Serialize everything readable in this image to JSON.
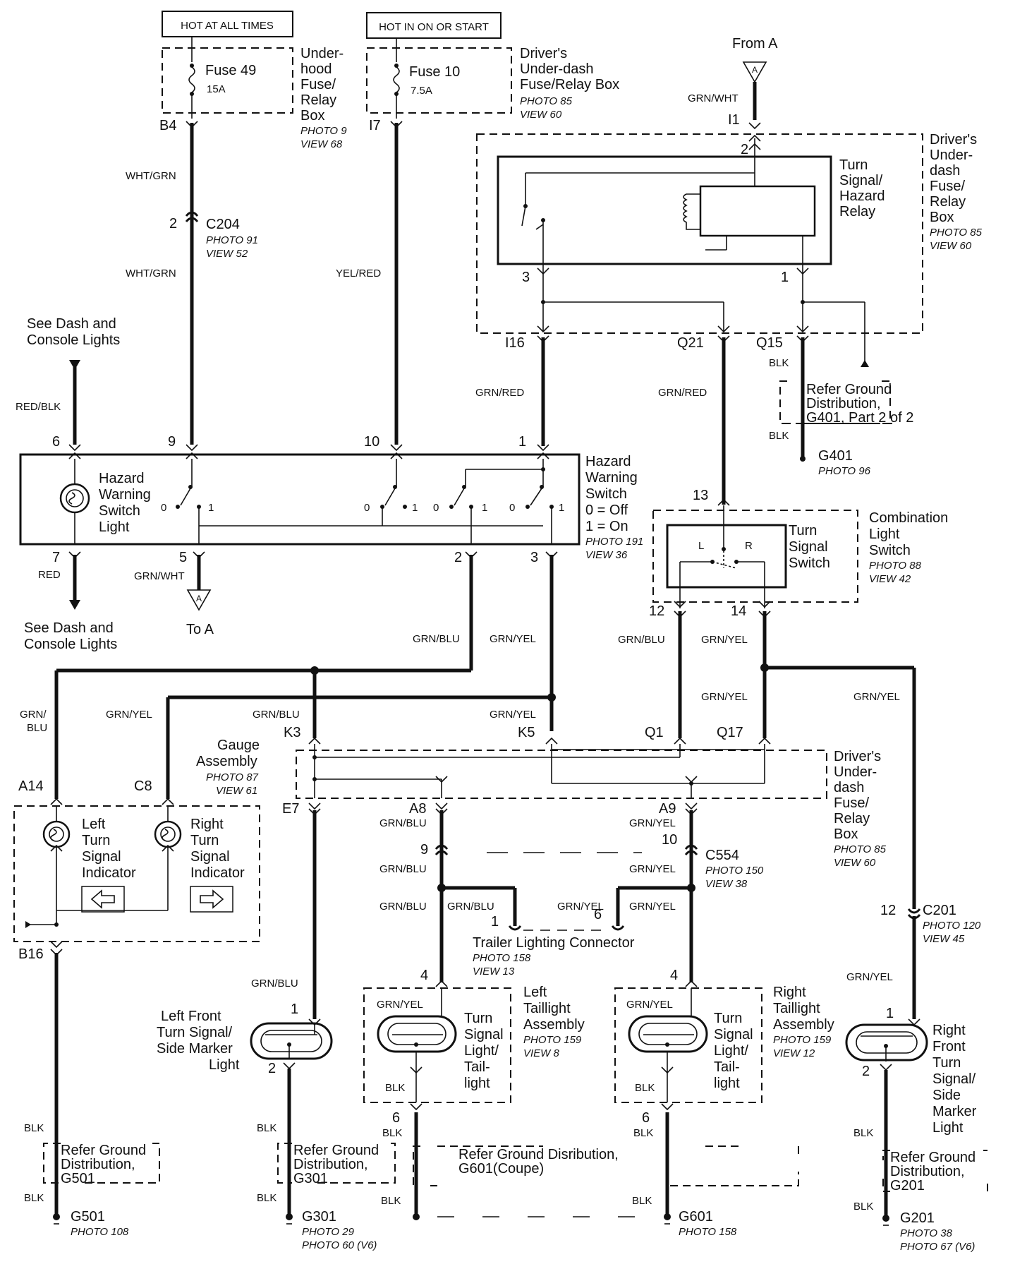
{
  "top": {
    "hot_at_all_times": "HOT AT ALL TIMES",
    "hot_in_on": "HOT IN ON OR START",
    "from_a": "From A",
    "to_a": "To A",
    "a": "A"
  },
  "fuse49": {
    "name": "Fuse  49",
    "amp": "15A",
    "pin": "B4",
    "box": [
      "Under-",
      "hood",
      "Fuse/",
      "Relay",
      "Box"
    ],
    "photo": "PHOTO 9",
    "view": "VIEW 68"
  },
  "fuse10": {
    "name": "Fuse 10",
    "amp": "7.5A",
    "pin": "I7",
    "box": [
      "Driver's",
      "Under-dash",
      "Fuse/Relay Box"
    ],
    "photo": "PHOTO 85",
    "view": "VIEW 60"
  },
  "relay": {
    "title": [
      "Turn",
      "Signal/",
      "Hazard",
      "Relay"
    ],
    "box": [
      "Driver's",
      "Under-",
      "dash",
      "Fuse/",
      "Relay",
      "Box"
    ],
    "photo": "PHOTO 85",
    "view": "VIEW 60",
    "pins": {
      "p1": "I1",
      "p2": "2",
      "p3": "3",
      "p4": "1",
      "i16": "I16",
      "q21": "Q21",
      "q15": "Q15"
    }
  },
  "c204": {
    "name": "C204",
    "pin": "2",
    "photo": "PHOTO 91",
    "view": "VIEW 52"
  },
  "ground_g401": {
    "refer": [
      "Refer Ground",
      "Distribution,",
      "G401, Part 2 of 2"
    ],
    "name": "G401",
    "photo": "PHOTO 96"
  },
  "hazard_switch": {
    "light": [
      "Hazard",
      "Warning",
      "Switch",
      "Light"
    ],
    "title": [
      "Hazard",
      "Warning",
      "Switch"
    ],
    "states": [
      "0 = Off",
      "1 = On"
    ],
    "photo": "PHOTO 191",
    "view": "VIEW 36",
    "pins": {
      "p6": "6",
      "p9": "9",
      "p10": "10",
      "p1": "1",
      "p7": "7",
      "p5": "5",
      "p2": "2",
      "p3": "3"
    },
    "zero": "0",
    "one": "1"
  },
  "dash_lights": {
    "top": [
      "See Dash and",
      "Console Lights"
    ],
    "bottom": [
      "See Dash and",
      "Console Lights"
    ]
  },
  "combo": {
    "title": [
      "Combination",
      "Light",
      "Switch"
    ],
    "inner": [
      "Turn",
      "Signal",
      "Switch"
    ],
    "photo": "PHOTO 88",
    "view": "VIEW 42",
    "l": "L",
    "r": "R",
    "pins": {
      "p13": "13",
      "p12": "12",
      "p14": "14"
    }
  },
  "gauge": {
    "title": [
      "Gauge",
      "Assembly"
    ],
    "photo": "PHOTO 87",
    "view": "VIEW 61",
    "left": [
      "Left",
      "Turn",
      "Signal",
      "Indicator"
    ],
    "right": [
      "Right",
      "Turn",
      "Signal",
      "Indicator"
    ],
    "pins": {
      "a14": "A14",
      "c8": "C8",
      "b16": "B16",
      "e7": "E7"
    }
  },
  "udash2": {
    "title": [
      "Driver's",
      "Under-",
      "dash",
      "Fuse/",
      "Relay",
      "Box"
    ],
    "photo": "PHOTO 85",
    "view": "VIEW 60",
    "pins": {
      "k3": "K3",
      "k5": "K5",
      "q1": "Q1",
      "q17": "Q17",
      "a8": "A8",
      "a9": "A9"
    }
  },
  "c554": {
    "name": "C554",
    "photo": "PHOTO 150",
    "view": "VIEW 38",
    "p9": "9",
    "p10": "10"
  },
  "c201": {
    "name": "C201",
    "photo": "PHOTO 120",
    "view": "VIEW 45",
    "pin": "12"
  },
  "trailer": {
    "name": "Trailer Lighting Connector",
    "photo": "PHOTO 158",
    "view": "VIEW 13",
    "p1": "1",
    "p6": "6"
  },
  "left_tail": {
    "title": [
      "Left",
      "Taillight",
      "Assembly"
    ],
    "photo": "PHOTO 159",
    "view": "VIEW 8",
    "inner": [
      "Turn",
      "Signal",
      "Light/",
      "Tail-",
      "light"
    ],
    "p4": "4",
    "p6": "6"
  },
  "right_tail": {
    "title": [
      "Right",
      "Taillight",
      "Assembly"
    ],
    "photo": "PHOTO 159",
    "view": "VIEW 12",
    "inner": [
      "Turn",
      "Signal",
      "Light/",
      "Tail-",
      "light"
    ],
    "p4": "4",
    "p6": "6"
  },
  "left_front": {
    "title": [
      "Left Front",
      "Turn Signal/",
      "Side Marker",
      "Light"
    ],
    "p1": "1",
    "p2": "2"
  },
  "right_front": {
    "title": [
      "Right",
      "Front",
      "Turn",
      "Signal/",
      "Side",
      "Marker",
      "Light"
    ],
    "p1": "1",
    "p2": "2"
  },
  "grounds": {
    "g501": {
      "refer": [
        "Refer Ground",
        "Distribution,",
        "G501"
      ],
      "name": "G501",
      "photo": "PHOTO 108"
    },
    "g301": {
      "refer": [
        "Refer Ground",
        "Distribution,",
        "G301"
      ],
      "name": "G301",
      "photo": "PHOTO 29",
      "photo2": "PHOTO 60 (V6)"
    },
    "g601": {
      "refer": [
        "Refer Ground Disribution,",
        "G601(Coupe)"
      ],
      "name": "G601",
      "photo": "PHOTO 158"
    },
    "g201": {
      "refer": [
        "Refer Ground",
        "Distribution,",
        "G201"
      ],
      "name": "G201",
      "photo": "PHOTO 38",
      "photo2": "PHOTO 67 (V6)"
    }
  },
  "wires": {
    "wht_grn": "WHT/GRN",
    "yel_red": "YEL/RED",
    "grn_wht": "GRN/WHT",
    "grn_red": "GRN/RED",
    "blk": "BLK",
    "red_blk": "RED/BLK",
    "red": "RED",
    "grn_blu": "GRN/BLU",
    "grn_yel": "GRN/YEL",
    "grn_slash": "GRN/",
    "blu": "BLU"
  },
  "colors": {
    "ink": "#111111",
    "background": "#ffffff"
  }
}
